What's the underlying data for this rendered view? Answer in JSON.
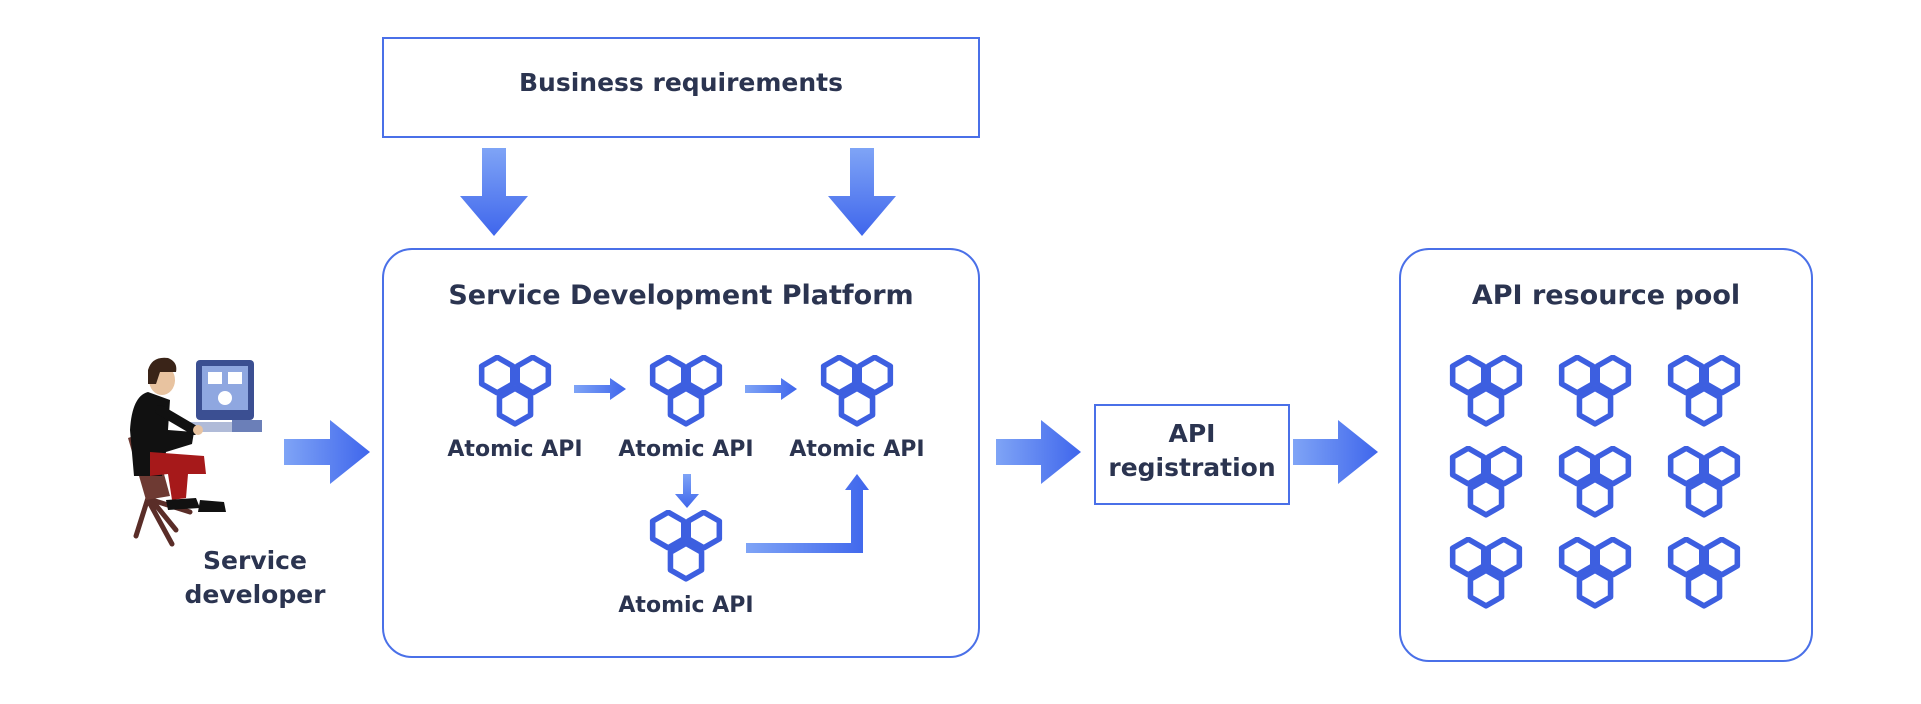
{
  "business": {
    "label": "Business requirements"
  },
  "platform": {
    "title": "Service Development Platform",
    "apis": [
      "Atomic API",
      "Atomic API",
      "Atomic API",
      "Atomic API"
    ]
  },
  "developer": {
    "line1": "Service",
    "line2": "developer"
  },
  "registration": {
    "line1": "API",
    "line2": "registration"
  },
  "pool": {
    "title": "API resource pool"
  },
  "icons": {
    "api": "hexagon-cluster-icon",
    "developer": "developer-at-computer-icon"
  },
  "colors": {
    "accent": "#4a70e8",
    "arrow": "#3f66ec",
    "text": "#2b3450",
    "icon": "#3d5fe0"
  }
}
